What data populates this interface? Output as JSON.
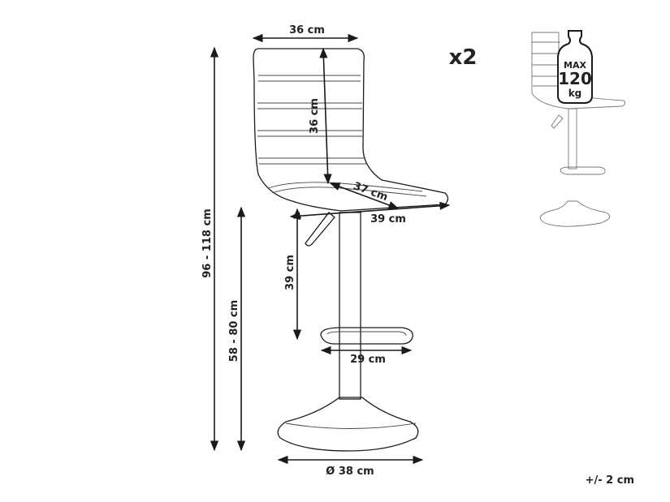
{
  "dimensions": {
    "seat_width": "36 cm",
    "backrest_height": "36 cm",
    "seat_depth": "37 cm",
    "seat_diagonal": "39 cm",
    "seat_to_footrest": "39 cm",
    "footrest": "29 cm",
    "base_diameter": "Ø 38 cm",
    "total_height": "96 - 118 cm",
    "seat_height": "58 - 80 cm"
  },
  "quantity": "x2",
  "max_load": {
    "label": "MAX",
    "value": "120",
    "unit": "kg"
  },
  "tolerance": "+/- 2 cm"
}
